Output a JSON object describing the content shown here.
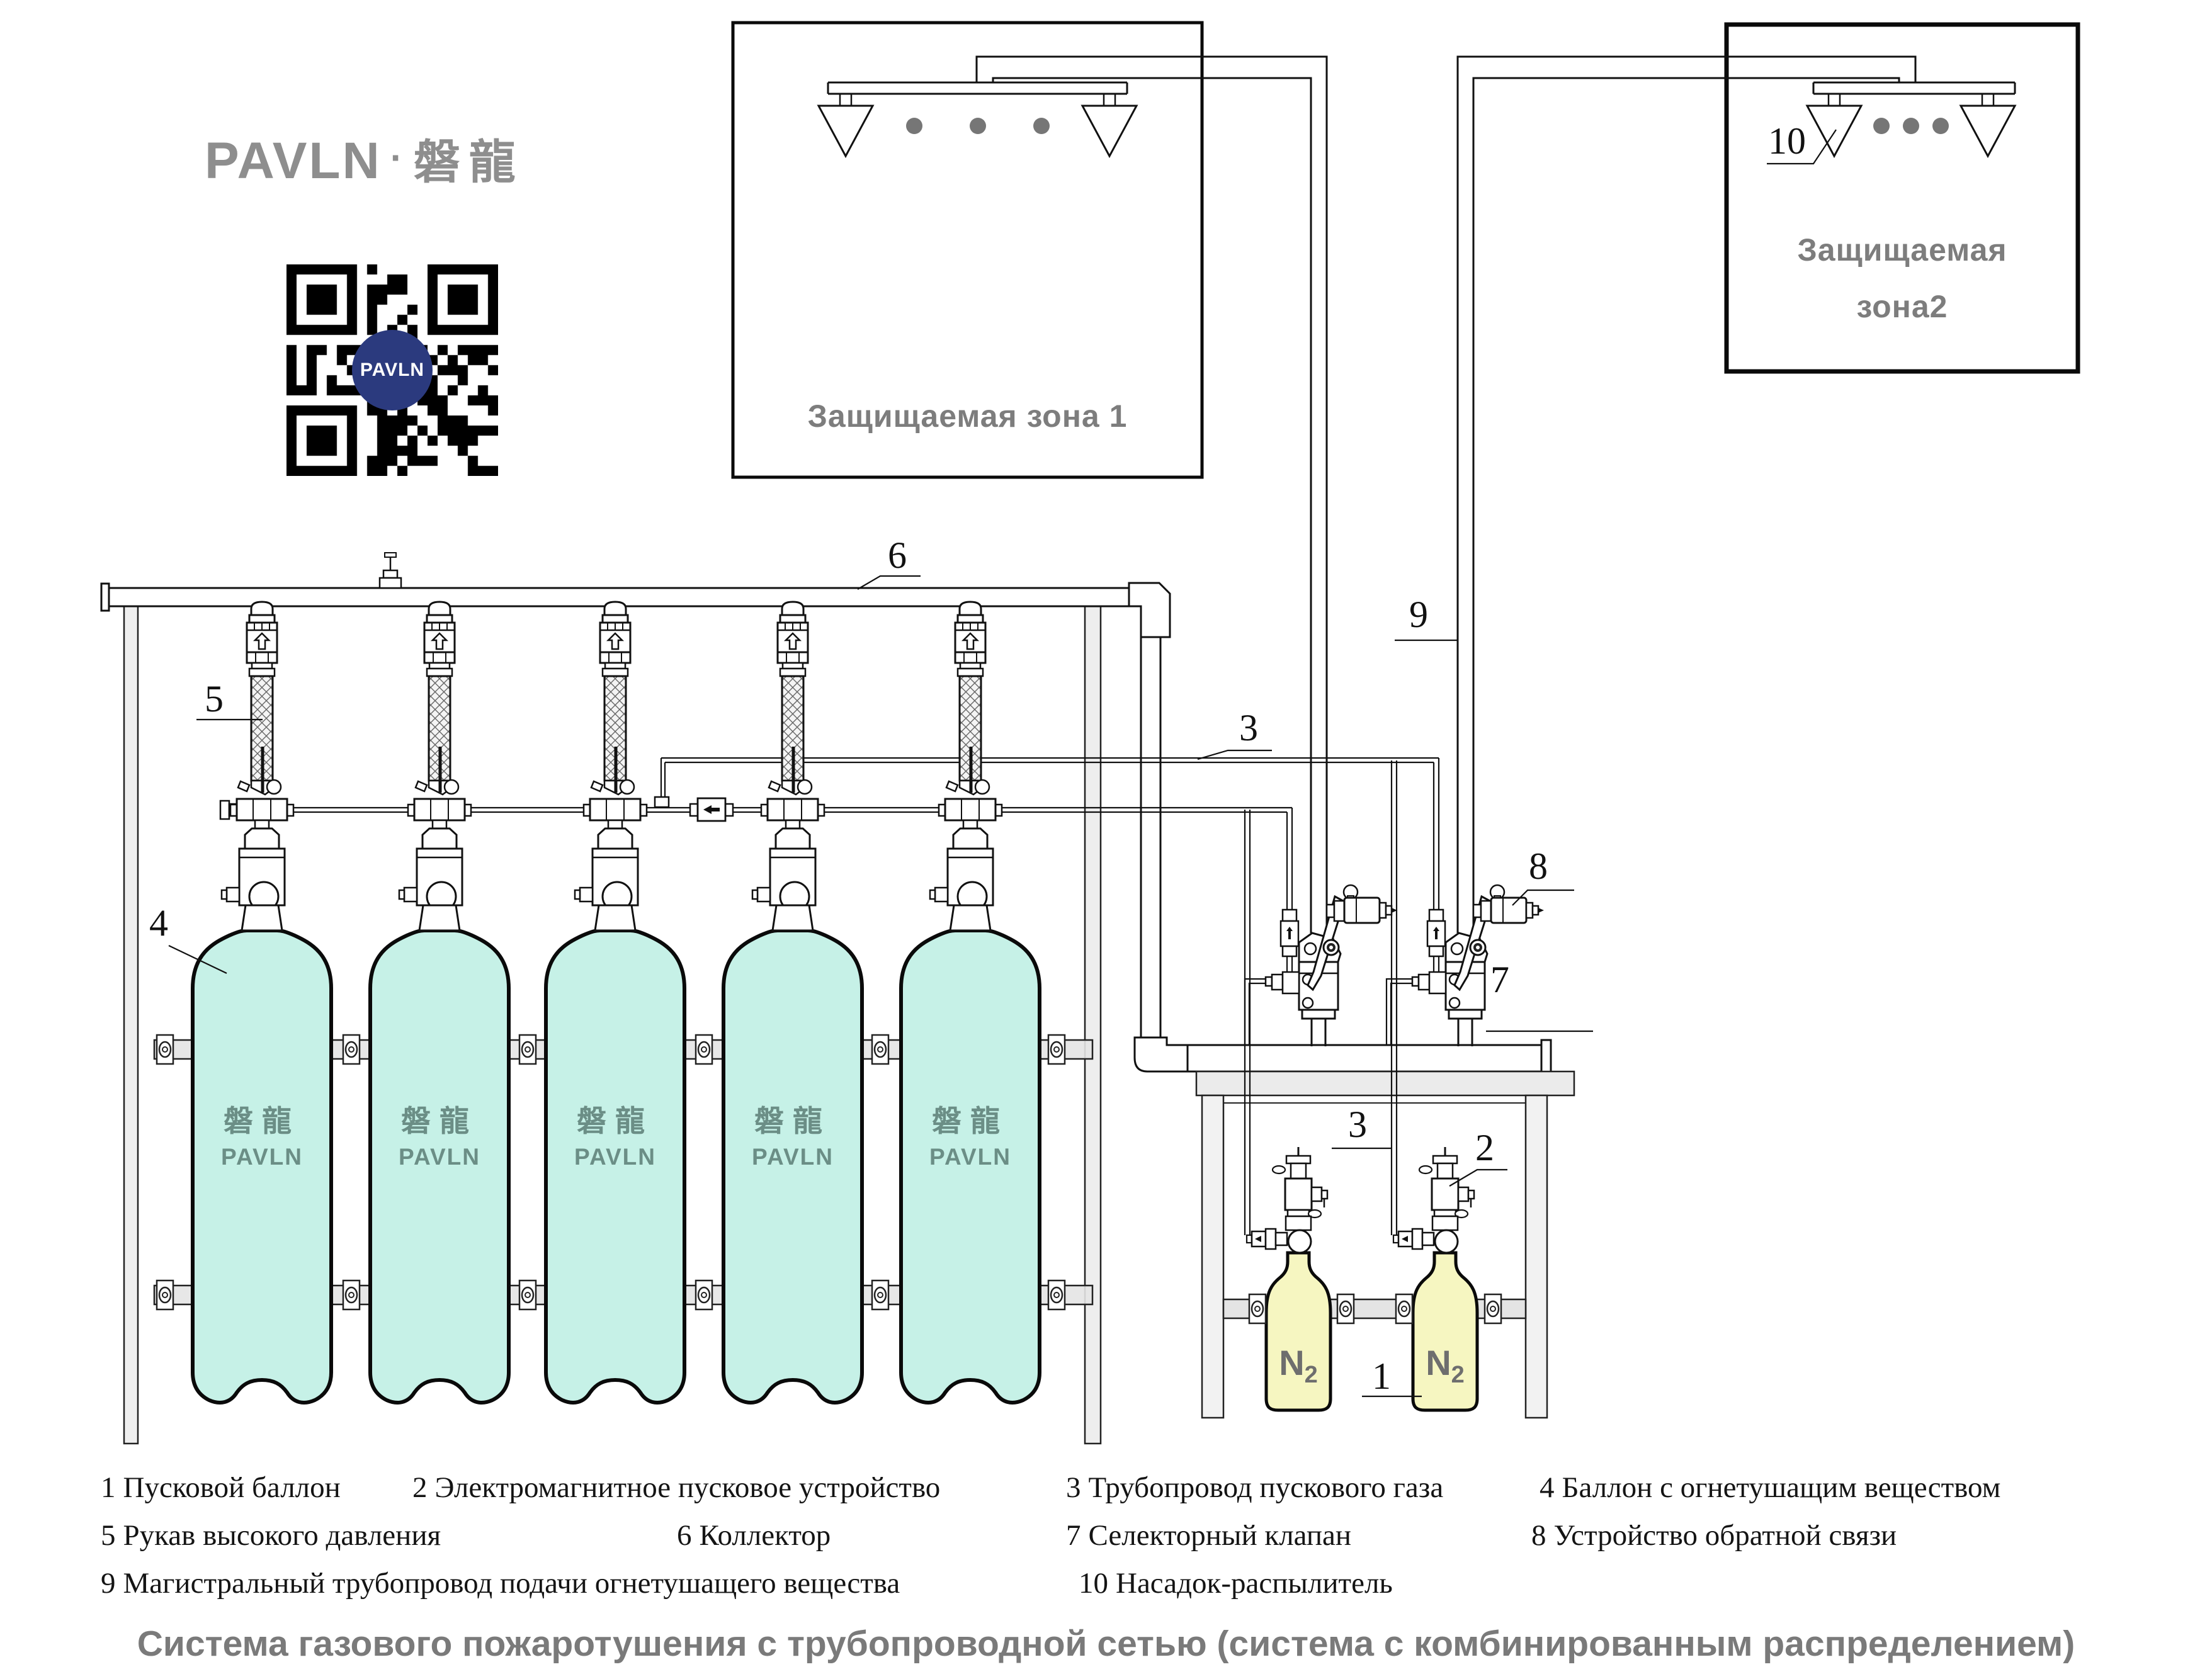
{
  "logo": {
    "latin": "PAVLN",
    "sep": "·",
    "cjk": "磐龍"
  },
  "qr": {
    "center_label": "PAVLN"
  },
  "zones": {
    "zone1": "Защищаемая зона 1",
    "zone2_line1": "Защищаемая",
    "zone2_line2": "зона2"
  },
  "cylinder": {
    "brand_cjk": "磐龍",
    "brand_latin": "PAVLN"
  },
  "pilot": {
    "gas": "N",
    "sub": "2"
  },
  "callouts": {
    "c1": "1",
    "c2": "2",
    "c3_upper": "3",
    "c3_lower": "3",
    "c4": "4",
    "c5": "5",
    "c6": "6",
    "c7": "7",
    "c8": "8",
    "c9": "9",
    "c10": "10"
  },
  "legend": {
    "items": [
      {
        "num": "1",
        "label": "Пусковой баллон"
      },
      {
        "num": "2",
        "label": "Электромагнитное пусковое устройство"
      },
      {
        "num": "3",
        "label": "Трубопровод пускового газа"
      },
      {
        "num": "4",
        "label": "Баллон с огнетушащим веществом"
      },
      {
        "num": "5",
        "label": "Рукав высокого давления"
      },
      {
        "num": "6",
        "label": "Коллектор"
      },
      {
        "num": "7",
        "label": "Селекторный клапан"
      },
      {
        "num": "8",
        "label": "Устройство обратной связи"
      },
      {
        "num": "9",
        "label": "Магистральный трубопровод подачи огнетушащего вещества"
      },
      {
        "num": "10",
        "label": "Насадок-распылитель"
      }
    ]
  },
  "title": "Система газового пожаротушения с трубопроводной сетью (система с комбинированным распределением)",
  "colors": {
    "cylinder_fill": "#c6f1e7",
    "pilot_cylinder_fill": "#f6f6c1",
    "qr_center_blue": "#2b3a7e",
    "structure_gray": "#ebebeb",
    "text_gray": "#7d7d7d"
  }
}
